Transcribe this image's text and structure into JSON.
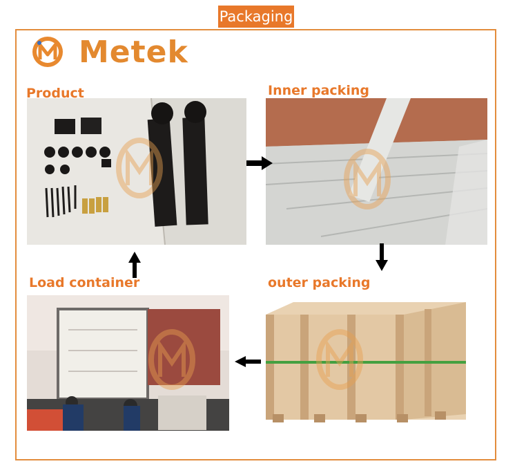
{
  "header": {
    "title": "Packaging"
  },
  "brand": {
    "name": "Metek",
    "accent": "#e8782a"
  },
  "steps": {
    "product": {
      "label": "Product"
    },
    "inner": {
      "label": "Inner packing"
    },
    "outer": {
      "label": "outer packing"
    },
    "load": {
      "label": "Load container"
    }
  },
  "flow": [
    "arrow-right",
    "arrow-down",
    "arrow-left",
    "arrow-up"
  ]
}
